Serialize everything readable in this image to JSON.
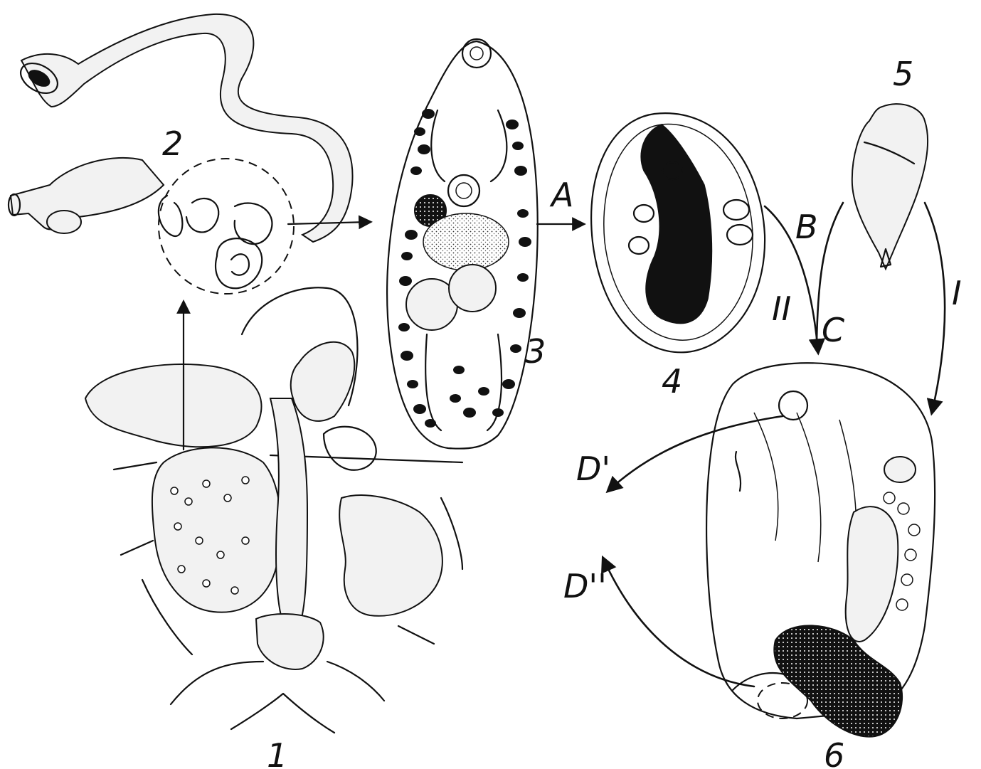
{
  "figure": {
    "labels": {
      "fig1": "1",
      "fig2": "2",
      "fig3": "3",
      "fig4": "4",
      "fig5": "5",
      "fig6": "6",
      "arrow_a": "A",
      "arrow_b": "B",
      "arrow_c": "C",
      "arrow_d1": "D'",
      "arrow_d2": "D''",
      "route_i": "I",
      "route_ii": "II"
    }
  }
}
